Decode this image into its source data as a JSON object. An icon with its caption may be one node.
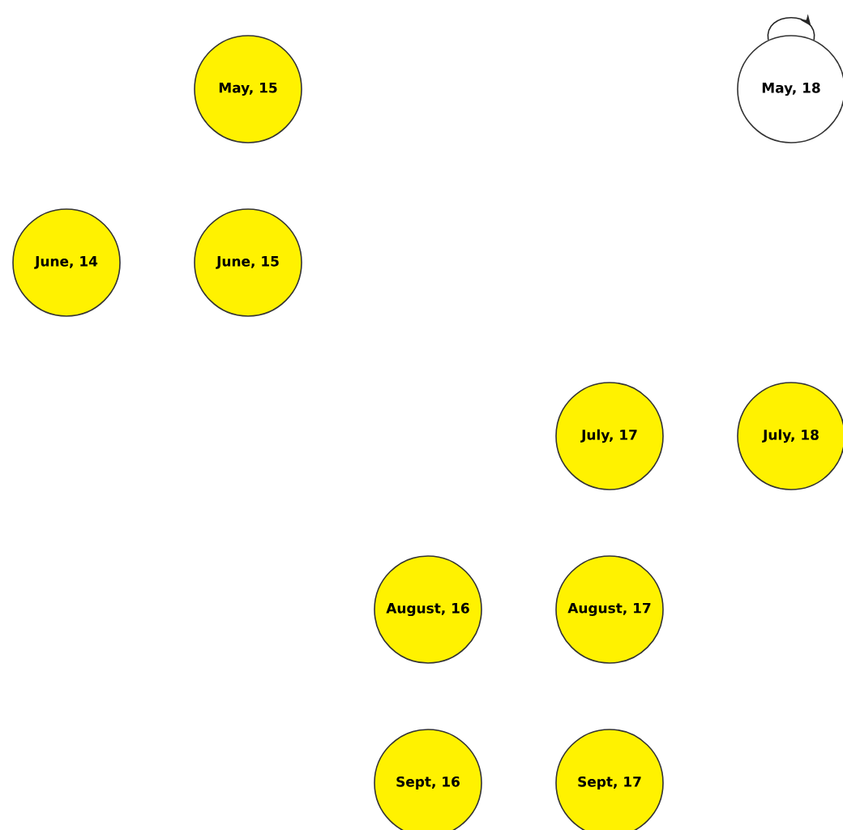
{
  "diagram": {
    "nodes": [
      {
        "text": [
          "May, 15"
        ]
      },
      {
        "text": [
          "May, 18"
        ]
      },
      {
        "text": [
          "June, 14"
        ]
      },
      {
        "text": [
          "June, 15"
        ]
      },
      {
        "text": [
          "July, 17"
        ]
      },
      {
        "text": [
          "July, 18"
        ]
      },
      {
        "text": [
          "August, 16"
        ]
      },
      {
        "text": [
          "August, 17"
        ]
      },
      {
        "text": [
          "Sept, 16"
        ]
      },
      {
        "text": [
          "Sept, 17"
        ]
      }
    ],
    "edges": [
      {
        "from": 1,
        "to": 1,
        "arrow": "to"
      }
    ]
  }
}
